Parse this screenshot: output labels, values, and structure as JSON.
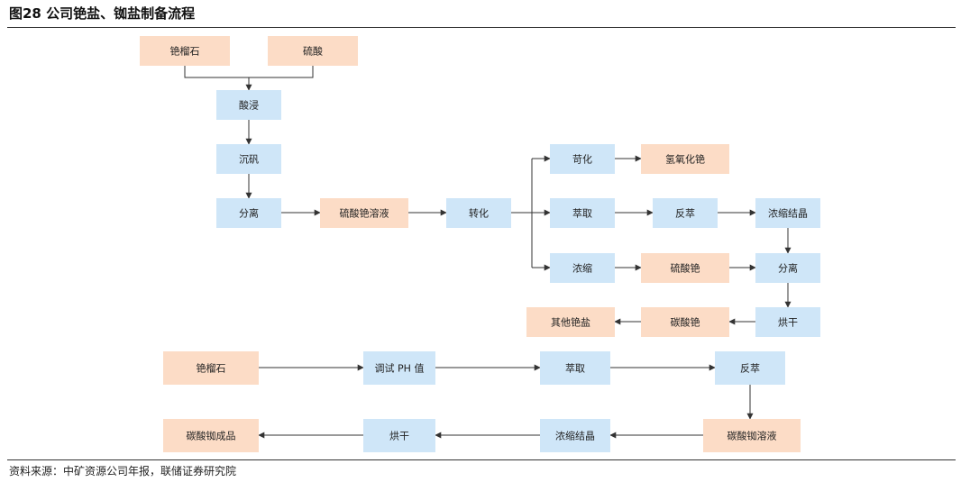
{
  "header": {
    "title": "图28 公司铯盐、铷盐制备流程"
  },
  "footer": {
    "source": "资料来源：中矿资源公司年报，联储证券研究院"
  },
  "colors": {
    "blue": "#cfe6f8",
    "peach": "#fcdcc6"
  },
  "diagram": {
    "nodes": [
      {
        "id": "n1",
        "label": "铯榴石",
        "color": "peach"
      },
      {
        "id": "n2",
        "label": "硫酸",
        "color": "peach"
      },
      {
        "id": "n3",
        "label": "酸浸",
        "color": "blue"
      },
      {
        "id": "n4",
        "label": "沉矾",
        "color": "blue"
      },
      {
        "id": "n5",
        "label": "分离",
        "color": "blue"
      },
      {
        "id": "n6",
        "label": "硫酸铯溶液",
        "color": "peach"
      },
      {
        "id": "n7",
        "label": "转化",
        "color": "blue"
      },
      {
        "id": "n8",
        "label": "苛化",
        "color": "blue"
      },
      {
        "id": "n9",
        "label": "氢氧化铯",
        "color": "peach"
      },
      {
        "id": "n10",
        "label": "萃取",
        "color": "blue"
      },
      {
        "id": "n11",
        "label": "反萃",
        "color": "blue"
      },
      {
        "id": "n12",
        "label": "浓缩结晶",
        "color": "blue"
      },
      {
        "id": "n13",
        "label": "浓缩",
        "color": "blue"
      },
      {
        "id": "n14",
        "label": "硫酸铯",
        "color": "peach"
      },
      {
        "id": "n15",
        "label": "分离",
        "color": "blue"
      },
      {
        "id": "n16",
        "label": "其他铯盐",
        "color": "peach"
      },
      {
        "id": "n17",
        "label": "碳酸铯",
        "color": "peach"
      },
      {
        "id": "n18",
        "label": "烘干",
        "color": "blue"
      },
      {
        "id": "n19",
        "label": "铯榴石",
        "color": "peach"
      },
      {
        "id": "n20",
        "label": "调试 PH 值",
        "color": "blue"
      },
      {
        "id": "n21",
        "label": "萃取",
        "color": "blue"
      },
      {
        "id": "n22",
        "label": "反萃",
        "color": "blue"
      },
      {
        "id": "n23",
        "label": "碳酸铷成品",
        "color": "peach"
      },
      {
        "id": "n24",
        "label": "烘干",
        "color": "blue"
      },
      {
        "id": "n25",
        "label": "浓缩结晶",
        "color": "blue"
      },
      {
        "id": "n26",
        "label": "碳酸铷溶液",
        "color": "peach"
      }
    ]
  }
}
